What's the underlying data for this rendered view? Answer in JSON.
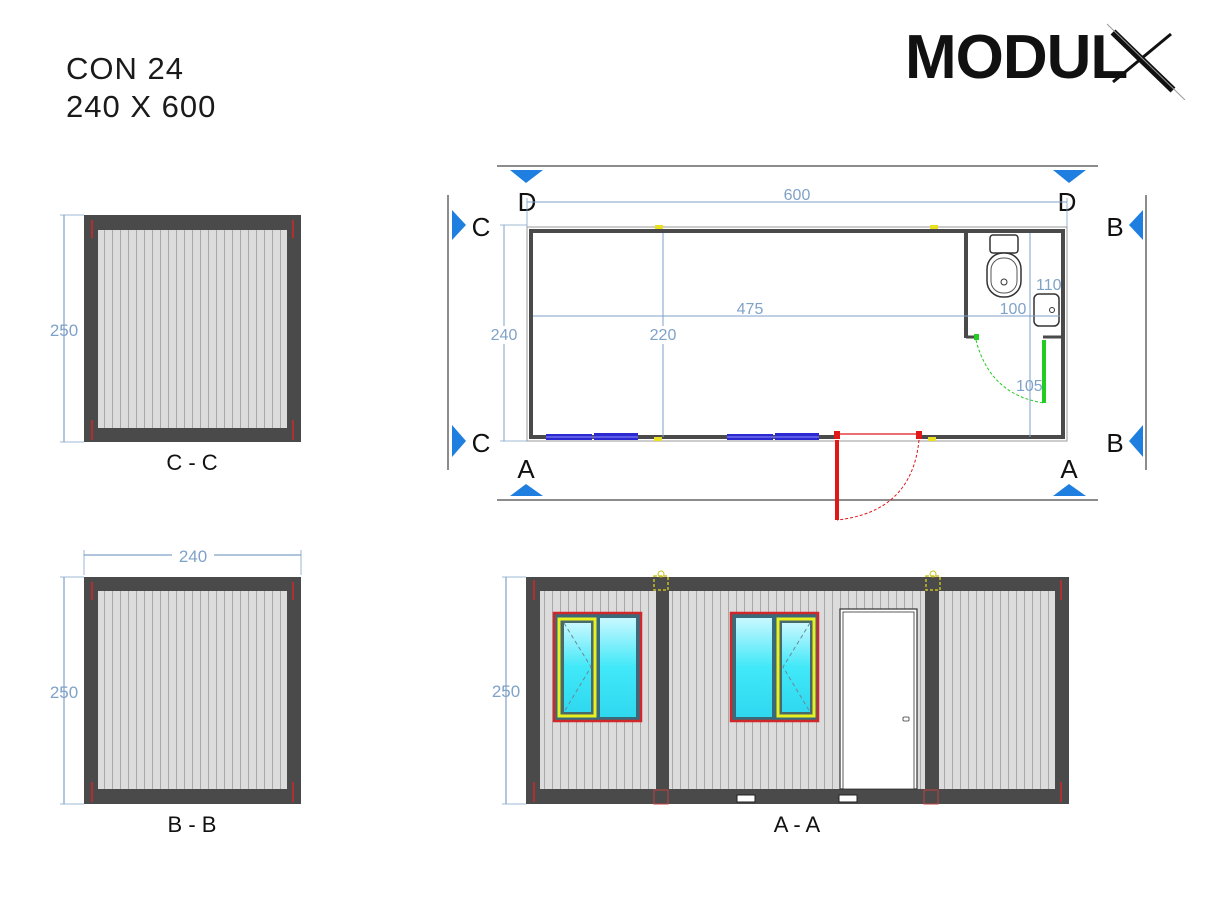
{
  "header": {
    "model": "CON 24",
    "size": "240 X 600"
  },
  "logo": {
    "text": "MODUL",
    "accent": "X"
  },
  "views": {
    "cc": {
      "label": "C - C",
      "height_dim": "250"
    },
    "bb": {
      "label": "B - B",
      "height_dim": "250",
      "width_dim": "240"
    },
    "aa": {
      "label": "A - A",
      "height_dim": "250"
    },
    "plan": {
      "length_dim": "600",
      "width_dim": "240",
      "inner_width_dim": "220",
      "room_length_dim": "475",
      "wc_width_dim": "100",
      "wc_depth_dim": "110",
      "wc_door_dim": "105"
    }
  },
  "section_markers": {
    "d_left": "D",
    "d_right": "D",
    "c_top": "C",
    "c_bottom": "C",
    "b_top": "B",
    "b_bottom": "B",
    "a_left": "A",
    "a_right": "A"
  },
  "colors": {
    "frame": "#4a4a4a",
    "panel": "#dcdcdc",
    "dimension": "#7fa2c8",
    "marker": "#1e7fe0",
    "door": "#e01818",
    "wc_door": "#22cc22",
    "window_frame": "#d02828",
    "window_sash": "#e8f020",
    "glass": "#30e0f0",
    "window_plan": "#2a2ad0"
  }
}
